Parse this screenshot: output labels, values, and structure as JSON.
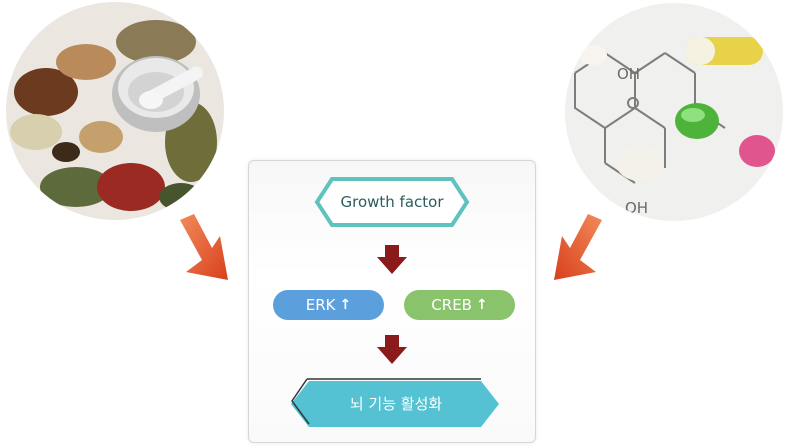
{
  "images": {
    "left": "herbal-medicine-photo",
    "right": "pills-chemical-structure-photo"
  },
  "diagram": {
    "top_node": "Growth factor",
    "middle_nodes": [
      {
        "label": "ERK",
        "symbol": "↑",
        "color": "#5b9fdc"
      },
      {
        "label": "CREB",
        "symbol": "↑",
        "color": "#89c36b"
      }
    ],
    "bottom_node": "뇌 기능 활성화",
    "chem_label_1": "OH",
    "chem_label_2": "OH"
  },
  "colors": {
    "orange_arrow": "#e8522a",
    "dark_red_arrow": "#8b1a1a",
    "teal_outline": "#5ec3be",
    "cyan_fill": "#54c2d2"
  }
}
